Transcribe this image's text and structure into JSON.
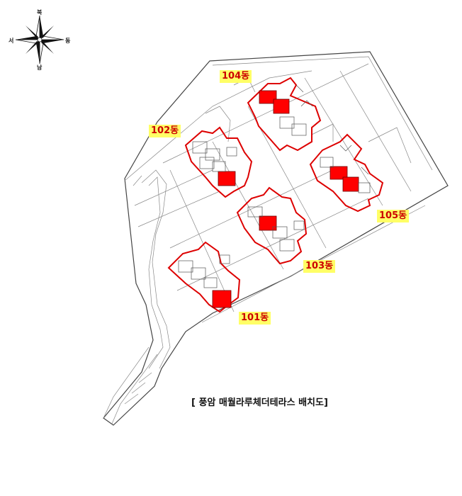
{
  "compass": {
    "north": "북",
    "south": "남",
    "east": "동",
    "west": "서"
  },
  "buildings": [
    {
      "id": "101",
      "label": "101동"
    },
    {
      "id": "102",
      "label": "102동"
    },
    {
      "id": "103",
      "label": "103동"
    },
    {
      "id": "104",
      "label": "104동"
    },
    {
      "id": "105",
      "label": "105동"
    }
  ],
  "caption": "[ 풍암 매월라루체더테라스 배치도]",
  "colors": {
    "highlight": "#ff0000",
    "outline": "#dd0000",
    "label_bg": "#ffff66",
    "label_text": "#cc0000",
    "linework": "#555555"
  }
}
